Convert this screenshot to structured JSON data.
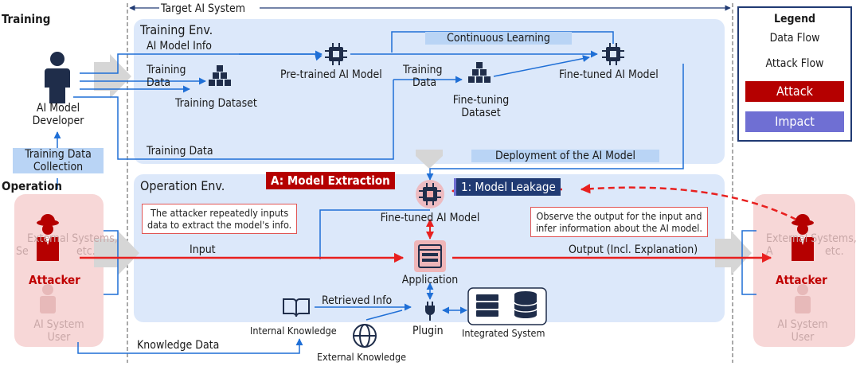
{
  "phases": {
    "training": "Training",
    "operation": "Operation"
  },
  "target_system": "Target AI System",
  "training_env": {
    "title": "Training Env.",
    "ai_model_info": "AI Model Info",
    "training_data_label_1": "Training",
    "training_data_label_2": "Data",
    "training_dataset": "Training Dataset",
    "pretrained_model": "Pre-trained AI Model",
    "training_data_label_3": "Training",
    "training_data_label_4": "Data",
    "finetuning_dataset_1": "Fine-tuning",
    "finetuning_dataset_2": "Dataset",
    "finetuned_model": "Fine-tuned AI Model",
    "continuous_learning": "Continuous Learning",
    "training_data_bottom": "Training Data",
    "deployment": "Deployment of the AI Model"
  },
  "developer": {
    "line1": "AI Model",
    "line2": "Developer"
  },
  "training_data_collection": {
    "line1": "Training Data",
    "line2": "Collection"
  },
  "operation_env": {
    "title": "Operation Env.",
    "finetuned_model": "Fine-tuned AI Model",
    "application": "Application",
    "input": "Input",
    "output": "Output (Incl. Explanation)",
    "retrieved_info": "Retrieved Info",
    "internal_knowledge": "Internal Knowledge",
    "external_knowledge": "External Knowledge",
    "plugin": "Plugin",
    "integrated_system": "Integrated System",
    "knowledge_data": "Knowledge Data"
  },
  "attack_label": "A: Model Extraction",
  "impact_label": "1: Model Leakage",
  "callout_left": {
    "line1": "The attacker repeatedly inputs",
    "line2": "data to extract the model's info."
  },
  "callout_right": {
    "line1": "Observe the output for the input and",
    "line2": "infer information about the AI model."
  },
  "left_user": {
    "ext_line1": "External Systems,",
    "ext_line2": "Se",
    "ext_line3": "etc.",
    "attacker": "Attacker",
    "user_line1": "AI System",
    "user_line2": "User"
  },
  "right_user": {
    "ext_line1": "External Systems,",
    "ext_line2": "A",
    "ext_line3": "etc.",
    "attacker": "Attacker",
    "user_line1": "AI System",
    "user_line2": "User"
  },
  "legend": {
    "title": "Legend",
    "data_flow": "Data Flow",
    "attack_flow": "Attack Flow",
    "attack": "Attack",
    "impact": "Impact"
  },
  "colors": {
    "data_flow": "#1f6fd6",
    "attack_flow": "#e8201f",
    "attack": "#b50000",
    "impact": "#6f6fd3",
    "env_bg": "#dce8fa",
    "dark_icon": "#1f2d4a"
  }
}
